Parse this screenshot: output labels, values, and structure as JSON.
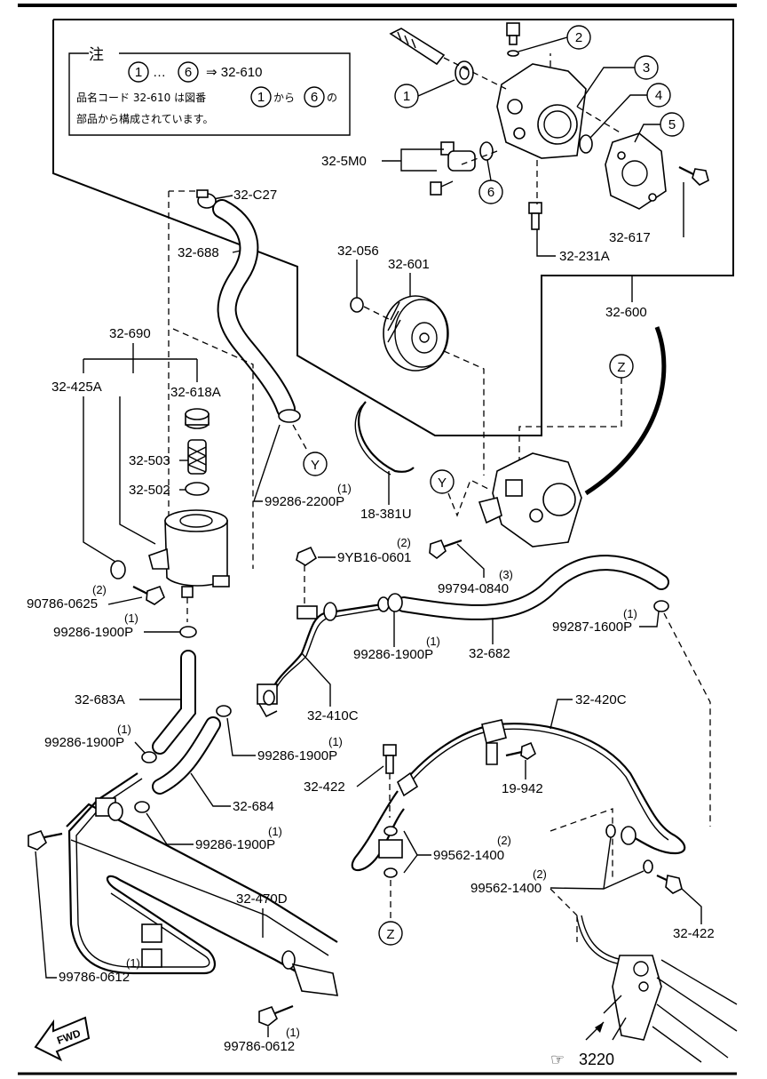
{
  "note": {
    "title": "注",
    "start_num": "1",
    "ellipsis": "…",
    "end_num": "6",
    "arrow_ref": "⇒ 32-610",
    "line2_pre": "品名コード 32-610 は図番",
    "line2_mid": "から",
    "line2_post": "の",
    "line3": "部品から構成されています。"
  },
  "callouts": [
    "1",
    "2",
    "3",
    "4",
    "5",
    "6"
  ],
  "letters": {
    "y": "Y",
    "z": "Z"
  },
  "fwd": "FWD",
  "ref": {
    "symbol": "☞",
    "page": "3220"
  },
  "parts": {
    "p32_C27": "32-C27",
    "p32_688": "32-688",
    "p32_5M0": "32-5M0",
    "p32_056": "32-056",
    "p32_601": "32-601",
    "p32_617": "32-617",
    "p32_231A": "32-231A",
    "p32_600": "32-600",
    "p32_690": "32-690",
    "p32_425A": "32-425A",
    "p32_618A": "32-618A",
    "p32_503": "32-503",
    "p32_502": "32-502",
    "p99286_2200P": "99286-2200P",
    "p18_381U": "18-381U",
    "p9YB16_0601": "9YB16-0601",
    "p99794_0840": "99794-0840",
    "p90786_0625": "90786-0625",
    "p99286_1900P_a": "99286-1900P",
    "p99287_1600P": "99287-1600P",
    "p99286_1900P_b": "99286-1900P",
    "p32_682": "32-682",
    "p32_683A": "32-683A",
    "p32_410C": "32-410C",
    "p99286_1900P_c": "99286-1900P",
    "p99286_1900P_d": "99286-1900P",
    "p32_420C": "32-420C",
    "p32_422_a": "32-422",
    "p19_942": "19-942",
    "p32_684": "32-684",
    "p99286_1900P_e": "99286-1900P",
    "p99562_1400_a": "99562-1400",
    "p99562_1400_b": "99562-1400",
    "p32_422_b": "32-422",
    "p32_470D": "32-470D",
    "p99786_0612_a": "99786-0612",
    "p99786_0612_b": "99786-0612"
  },
  "qty": {
    "one": "(1)",
    "two": "(2)",
    "three": "(3)"
  }
}
